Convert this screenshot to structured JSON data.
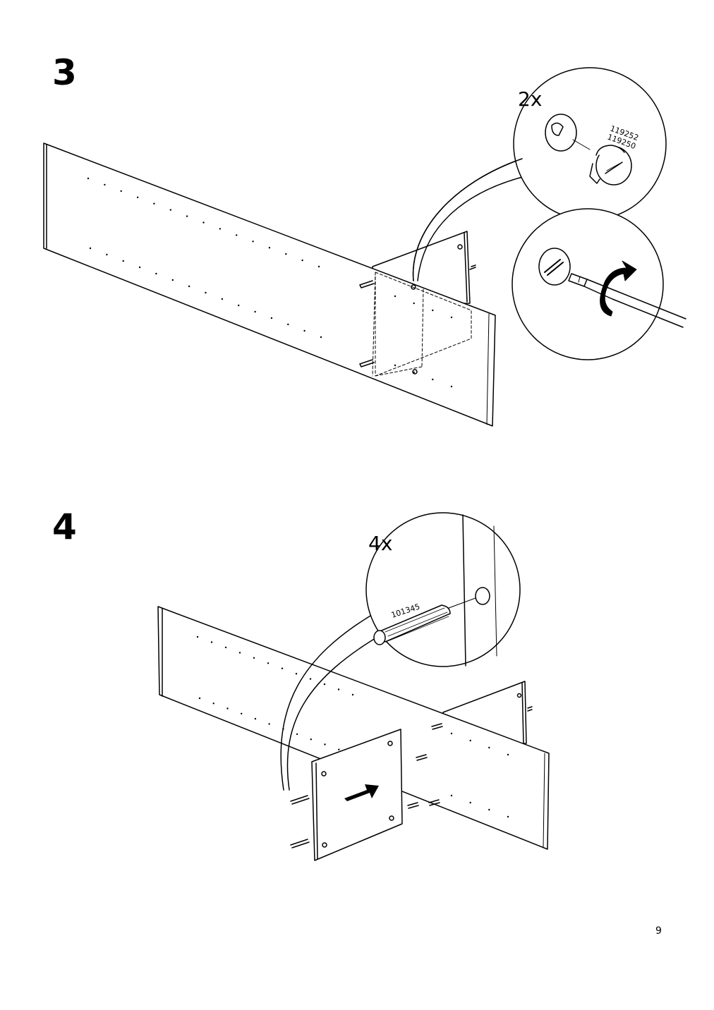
{
  "page": {
    "number": "9"
  },
  "steps": [
    {
      "number": "3",
      "callout": {
        "quantity": "2x",
        "part_numbers": [
          "119252",
          "119250"
        ]
      }
    },
    {
      "number": "4",
      "callout": {
        "quantity": "4x",
        "part_numbers": [
          "101345"
        ]
      }
    }
  ]
}
